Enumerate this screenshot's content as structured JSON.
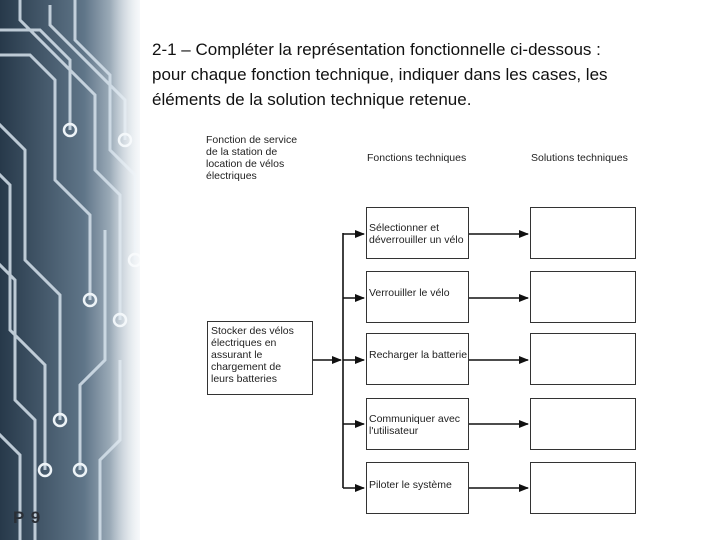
{
  "page": {
    "label": "P 9"
  },
  "instruction": {
    "line1": "2-1 – Compléter la représentation fonctionnelle ci-dessous :",
    "line2": "pour chaque fonction technique, indiquer dans les cases, les",
    "line3": "éléments de la solution technique retenue."
  },
  "diagram": {
    "service_header": [
      "Fonction de service",
      "de la station de",
      "location de vélos",
      "électriques"
    ],
    "col_functions_header": "Fonctions techniques",
    "col_solutions_header": "Solutions techniques",
    "service_function": [
      "Stocker des vélos",
      "électriques en",
      "assurant le",
      "chargement de",
      "leurs batteries"
    ],
    "technical_functions": [
      {
        "lines": [
          "Sélectionner et",
          "déverrouiller un vélo"
        ],
        "solution": ""
      },
      {
        "lines": [
          "Verrouiller le vélo"
        ],
        "solution": ""
      },
      {
        "lines": [
          "Recharger la batterie"
        ],
        "solution": ""
      },
      {
        "lines": [
          "Communiquer avec",
          "l'utilisateur"
        ],
        "solution": ""
      },
      {
        "lines": [
          "Piloter le système"
        ],
        "solution": ""
      }
    ]
  },
  "colors": {
    "bg_dark": "#1e2c38",
    "circuit": "#c9d7e2",
    "line": "#111111"
  }
}
